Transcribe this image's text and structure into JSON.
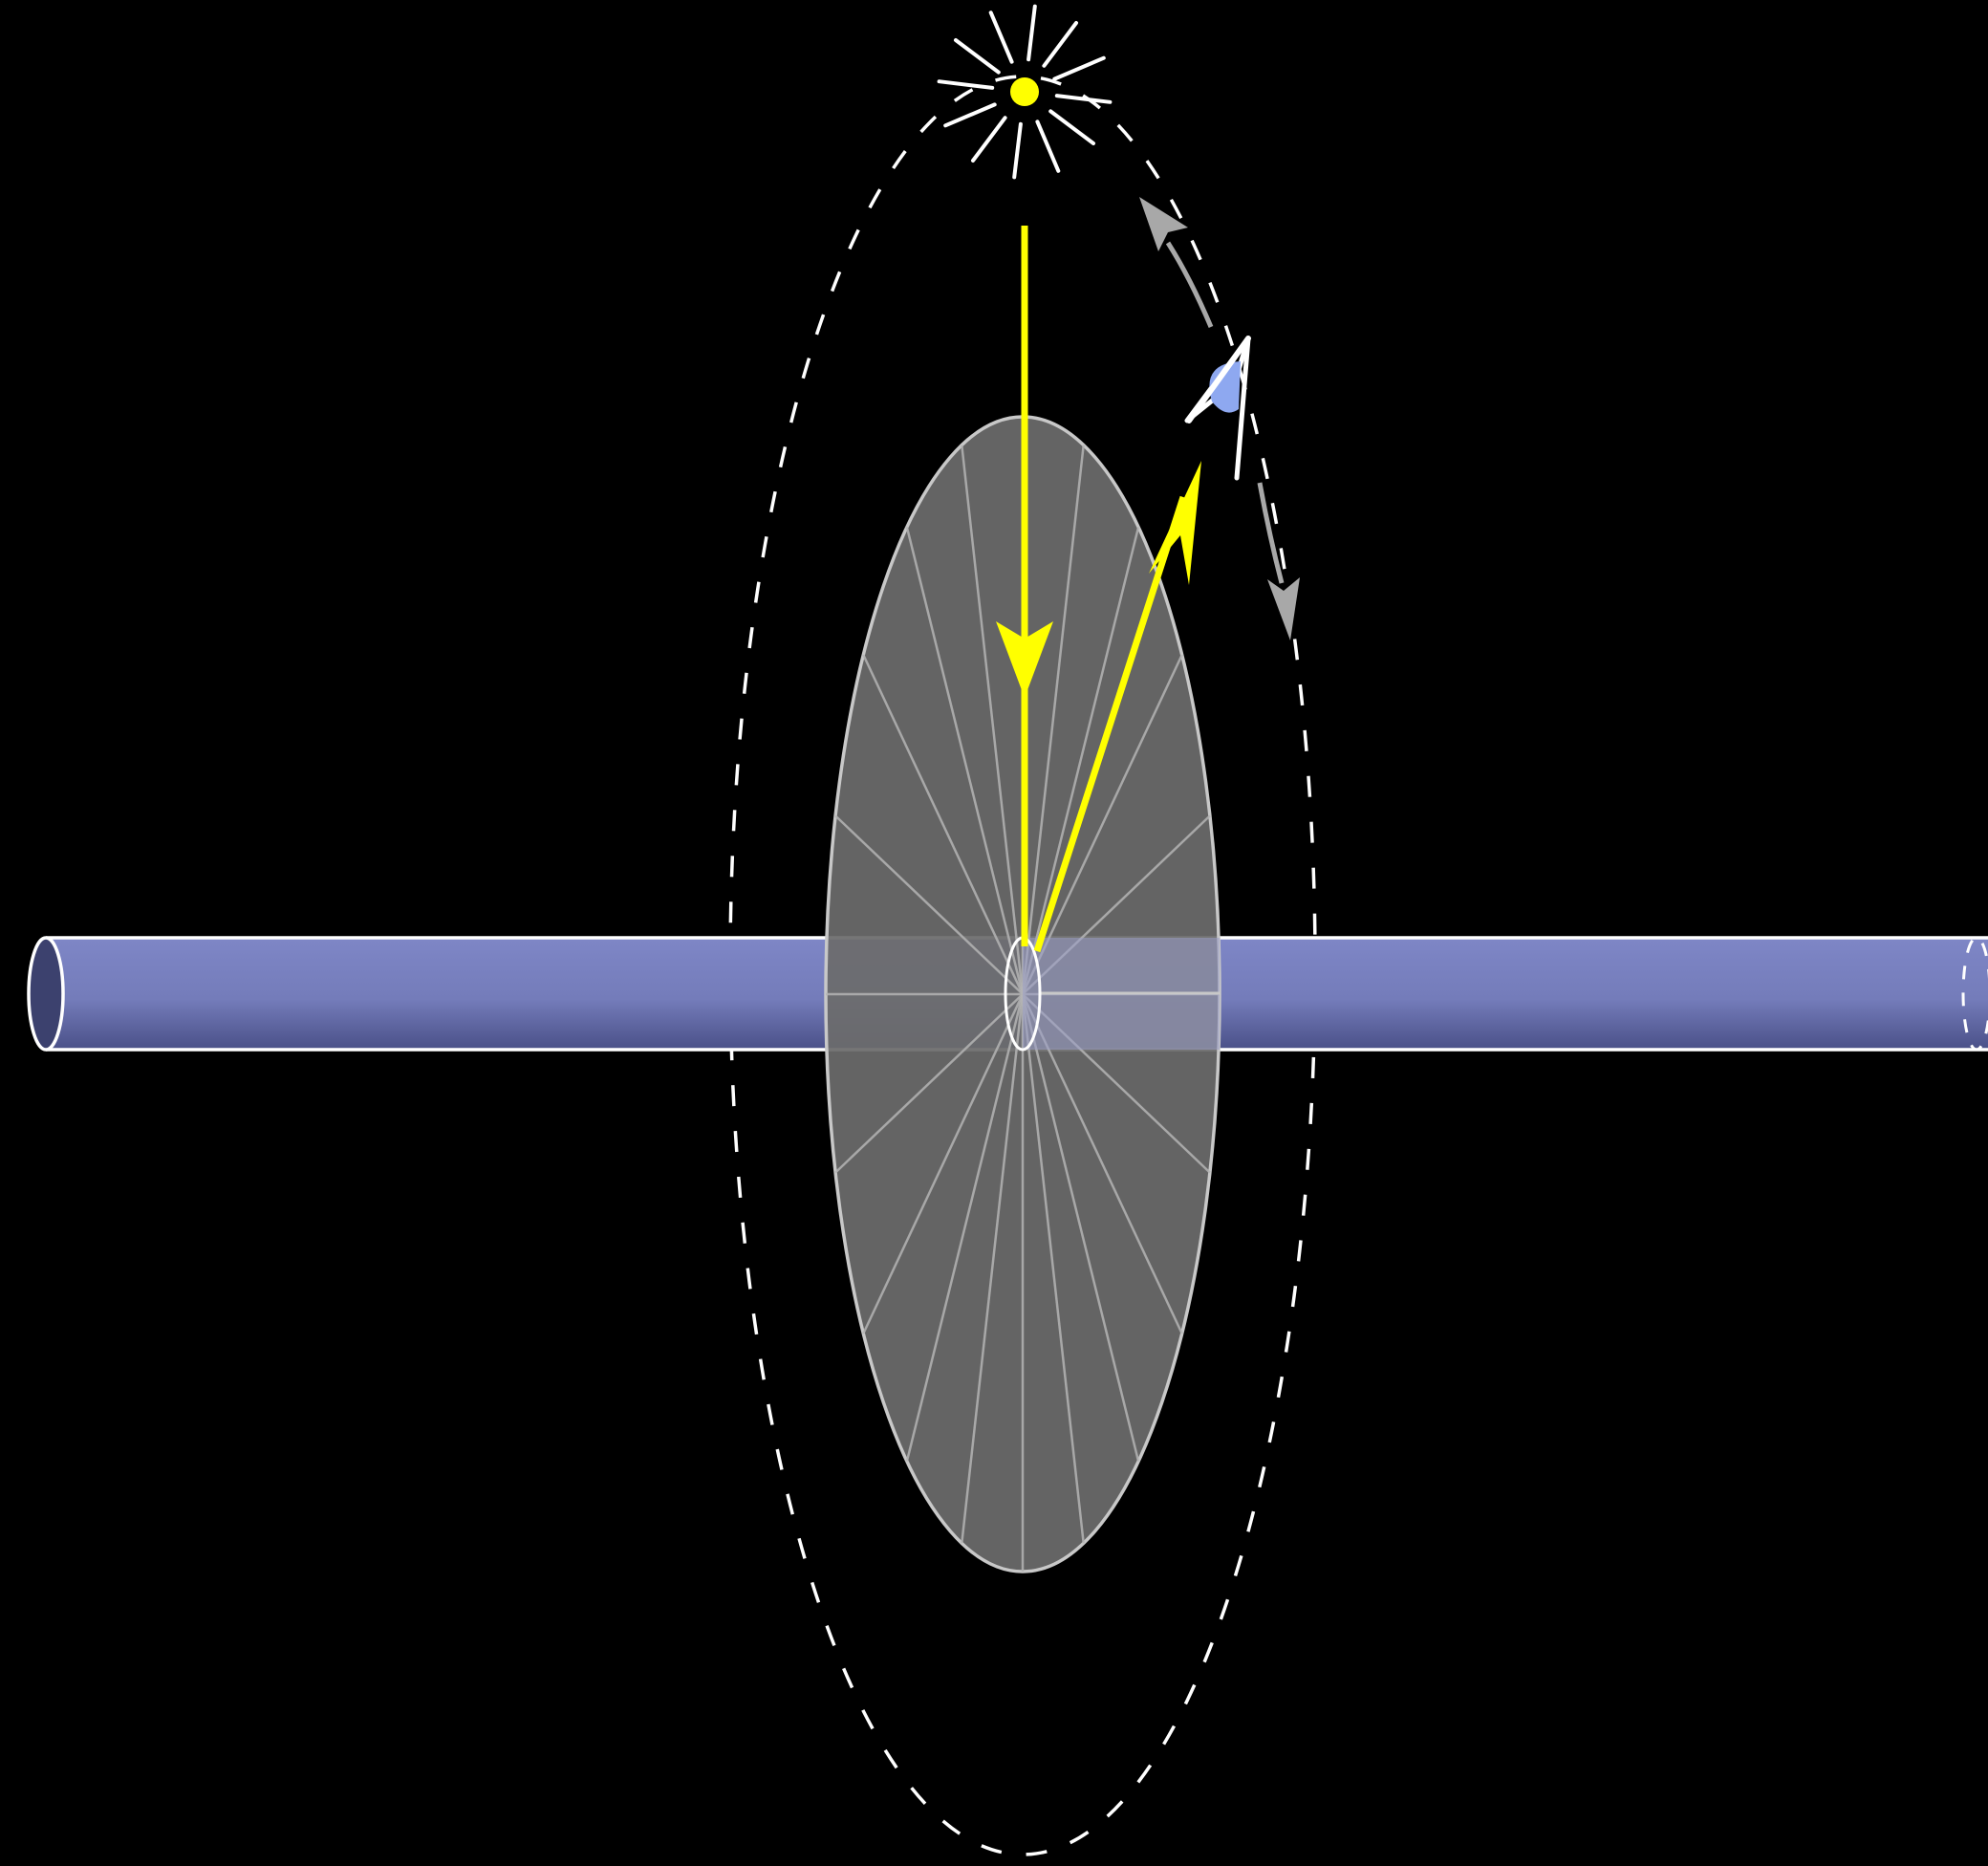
{
  "colors": {
    "background": "#000000",
    "rod_fill": "#7b84c0",
    "rod_shade": "#4f5690",
    "rod_outline": "#ffffff",
    "disk_fill": "#6b6b6b",
    "disk_outline": "#c8c8c8",
    "ray_color": "#ffff00",
    "orbit_color": "#ffffff",
    "motion_arrow_color": "#a8a8a8",
    "eye_color": "#8ea8f0"
  },
  "elements": {
    "light_source": "sun-icon",
    "observer": "eye-icon",
    "incident_ray": "arrow-down",
    "reflected_ray": "arrow-up-right",
    "orbit": "dashed-ellipse",
    "motion_arrows": [
      "arrow-up-left",
      "arrow-down"
    ]
  }
}
